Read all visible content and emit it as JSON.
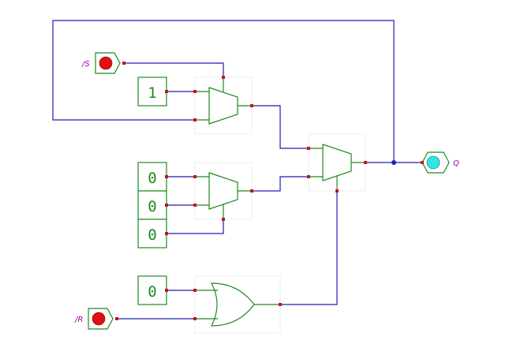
{
  "colors": {
    "wire": "#1f1fb0",
    "component": "#1e8a1e",
    "pin_dot": "#c8141e",
    "input_active": "#e01010",
    "output_active": "#2fe6e6",
    "label": "#a000a0",
    "junction": "#1f1fb0",
    "selection_box": "#ececec"
  },
  "inputs": {
    "set_bar": {
      "label": "/S",
      "icon": "input-pin-icon"
    },
    "reset_bar": {
      "label": "/R",
      "icon": "input-pin-icon"
    }
  },
  "outputs": {
    "q": {
      "label": "Q",
      "icon": "output-pin-icon"
    }
  },
  "constants": {
    "mux1_const": "1",
    "mux2_const_a": "0",
    "mux2_const_b": "0",
    "mux2_const_c": "0",
    "or_const": "0"
  },
  "gates": {
    "mux1": {
      "kind": "multiplexer",
      "icon": "multiplexer-icon"
    },
    "mux2": {
      "kind": "multiplexer",
      "icon": "multiplexer-icon"
    },
    "mux3": {
      "kind": "multiplexer",
      "icon": "multiplexer-icon"
    },
    "or1": {
      "kind": "or-gate",
      "icon": "or-gate-icon"
    }
  }
}
